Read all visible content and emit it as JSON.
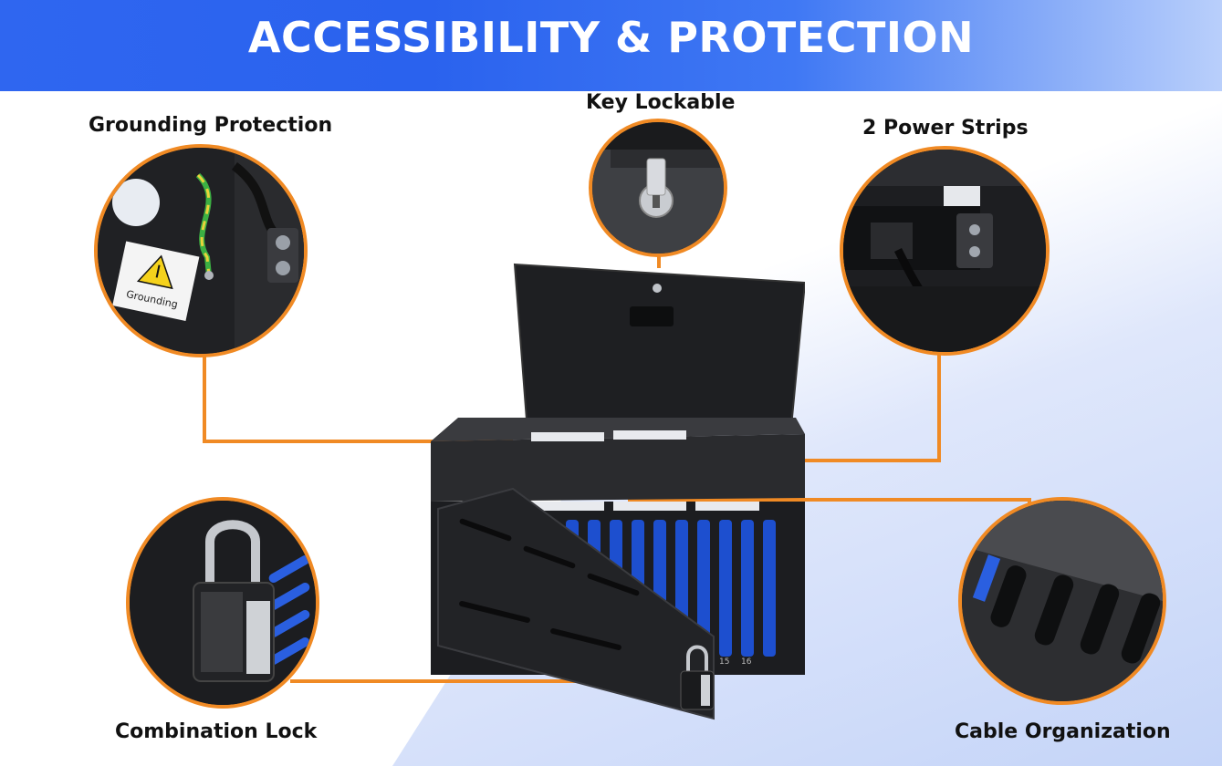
{
  "header": {
    "title": "ACCESSIBILITY & PROTECTION"
  },
  "callouts": {
    "grounding": {
      "label": "Grounding Protection",
      "sticker_text": "Grounding"
    },
    "key_lock": {
      "label": "Key Lockable"
    },
    "power_strips": {
      "label": "2 Power Strips"
    },
    "combination_lock": {
      "label": "Combination Lock"
    },
    "cable_organization": {
      "label": "Cable Organization"
    }
  },
  "cabinet": {
    "slot_numbers": [
      "15",
      "16"
    ]
  },
  "colors": {
    "accent": "#f08a24",
    "header_blue": "#2f66f0",
    "cabinet": "#1b1c1f",
    "slots": "#1d4fcf"
  }
}
